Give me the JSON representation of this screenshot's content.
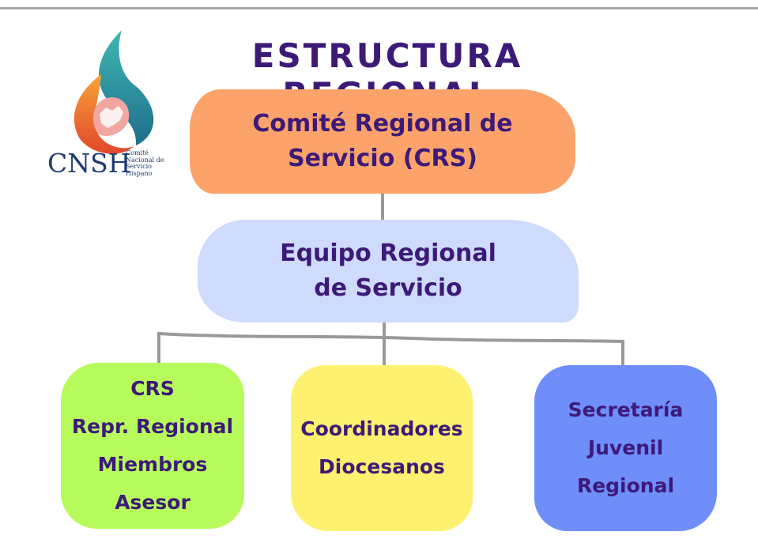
{
  "title": "ESTRUCTURA REGIONAL",
  "logo": {
    "name": "CNSH",
    "sub": [
      "Comité",
      "Nacional de",
      "Servicio",
      "Hispano"
    ]
  },
  "nodes": {
    "crs": {
      "lines": [
        "Comité Regional de",
        "Servicio (CRS)"
      ],
      "color": "#fba36a"
    },
    "ers": {
      "lines": [
        "Equipo Regional",
        "de Servicio"
      ],
      "color": "#cfdbfd"
    },
    "green": {
      "lines": [
        "CRS",
        "Repr. Regional",
        "Miembros",
        "Asesor"
      ],
      "color": "#b7fa5c"
    },
    "yellow": {
      "lines": [
        "Coordinadores",
        "Diocesanos"
      ],
      "color": "#fff170"
    },
    "blue": {
      "lines": [
        "Secretaría",
        "Juvenil",
        "Regional"
      ],
      "color": "#6f8efa"
    }
  },
  "colors": {
    "text": "#3d1a78",
    "connector": "#999999"
  }
}
